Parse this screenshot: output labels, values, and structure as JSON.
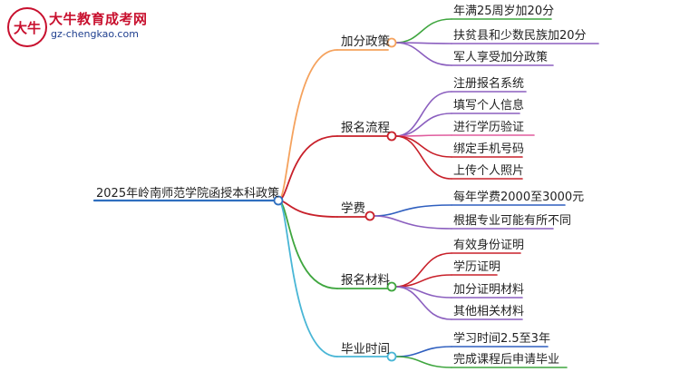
{
  "logo": {
    "badge": "大牛",
    "title": "大牛教育成考网",
    "url": "gz-chengkao.com"
  },
  "root": "2025年岭南师范学院函授本科政策",
  "branches": [
    {
      "label": "加分政策",
      "color": "#f5a25d",
      "leaves": [
        "年满25周岁加20分",
        "扶贫县和少数民族加20分",
        "军人享受加分政策"
      ],
      "leaf_colors": [
        "#3fa63f",
        "#8b5fbf",
        "#8b5fbf"
      ]
    },
    {
      "label": "报名流程",
      "color": "#c8202a",
      "leaves": [
        "注册报名系统",
        "填写个人信息",
        "进行学历验证",
        "绑定手机号码",
        "上传个人照片"
      ],
      "leaf_colors": [
        "#8b5fbf",
        "#8b5fbf",
        "#e05c9e",
        "#c8202a",
        "#c8202a"
      ]
    },
    {
      "label": "学费",
      "color": "#c8202a",
      "leaves": [
        "每年学费2000至3000元",
        "根据专业可能有所不同"
      ],
      "leaf_colors": [
        "#2f5fbf",
        "#8b5fbf"
      ]
    },
    {
      "label": "报名材料",
      "color": "#3fa63f",
      "leaves": [
        "有效身份证明",
        "学历证明",
        "加分证明材料",
        "其他相关材料"
      ],
      "leaf_colors": [
        "#c8202a",
        "#c8202a",
        "#8b5fbf",
        "#8b5fbf"
      ]
    },
    {
      "label": "毕业时间",
      "color": "#49b6d6",
      "leaves": [
        "学习时间2.5至3年",
        "完成课程后申请毕业"
      ],
      "leaf_colors": [
        "#2f5fbf",
        "#3fa63f"
      ]
    }
  ]
}
